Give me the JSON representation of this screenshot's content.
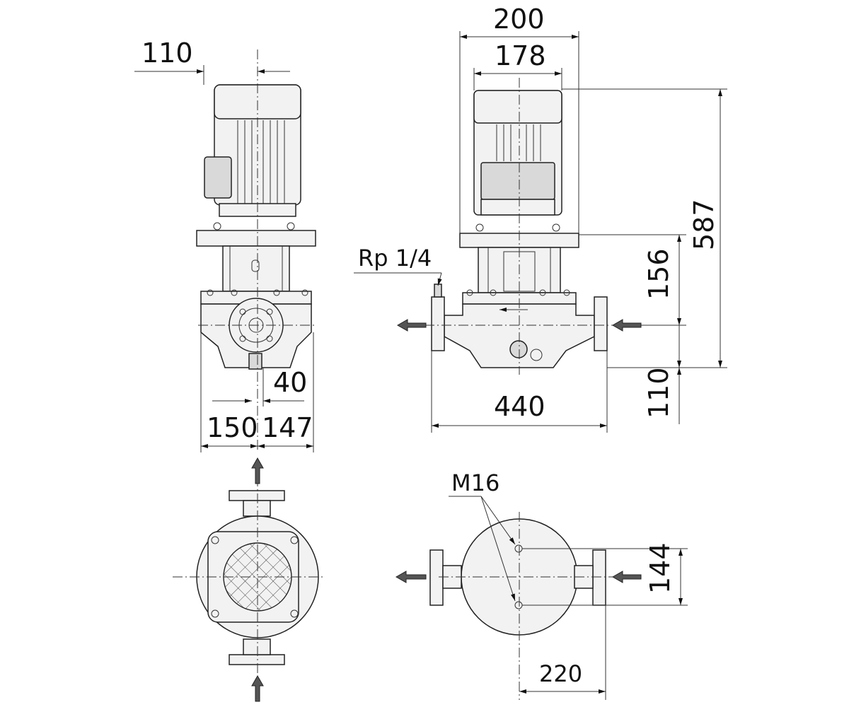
{
  "dimensions": {
    "motor_offset": "110",
    "motor_width_outer": "200",
    "motor_width_inner": "178",
    "total_height": "587",
    "flange_height": "156",
    "base_height": "110",
    "port_spacing": "440",
    "flange_left": "150",
    "flange_right": "147",
    "foot_width": "40",
    "bolt_spacing_y": "144",
    "bolt_spacing_x": "220"
  },
  "callouts": {
    "vent_thread": "Rp 1/4",
    "bolt_thread": "M16"
  },
  "colors": {
    "line": "#222222",
    "fill": "#f2f2f2",
    "flow_arrow": "#555555"
  }
}
